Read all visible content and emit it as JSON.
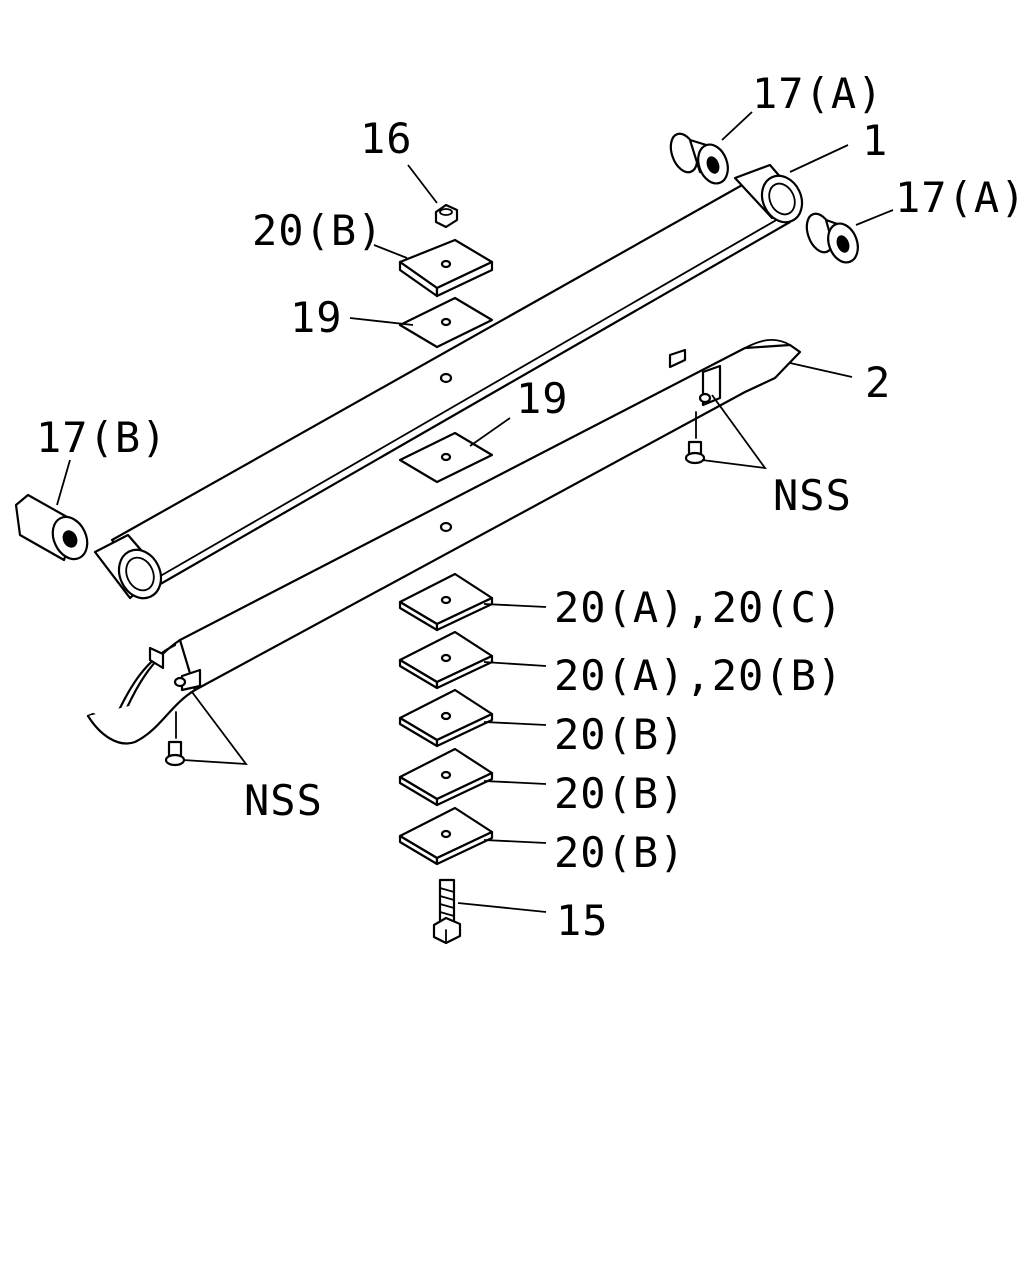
{
  "colors": {
    "line": "#000000",
    "background": "#ffffff"
  },
  "labels": {
    "p17a_top": "17(A)",
    "p1": "1",
    "p17a_right": "17(A)",
    "p16": "16",
    "p20b_top": "20(B)",
    "p19_top": "19",
    "p19_mid": "19",
    "p2": "2",
    "p17b": "17(B)",
    "nss_right": "NSS",
    "nss_left": "NSS",
    "s1": "20(A),20(C)",
    "s2": "20(A),20(B)",
    "s3": "20(B)",
    "s4": "20(B)",
    "s5": "20(B)",
    "p15": "15"
  }
}
